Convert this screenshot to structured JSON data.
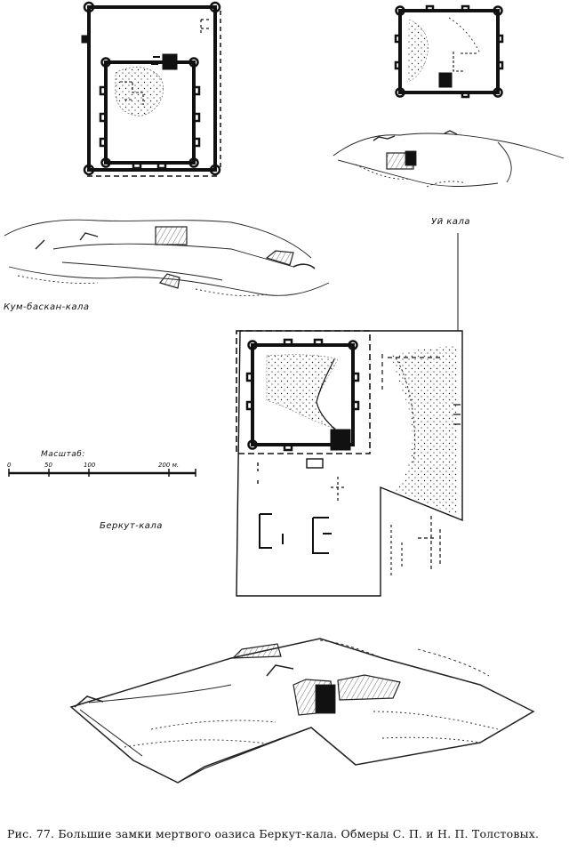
{
  "labels": {
    "kum_baskan": "Кум-баскан-кала",
    "uy": "Уй кала",
    "berkut": "Беркут-кала"
  },
  "scale": {
    "title": "Масштаб:",
    "ticks": [
      "0",
      "50",
      "100",
      "200 м."
    ]
  },
  "caption": "Рис. 77. Большие замки мертвого оазиса Беркут-кала. Обмеры С. П. и Н. П. Толстовых."
}
